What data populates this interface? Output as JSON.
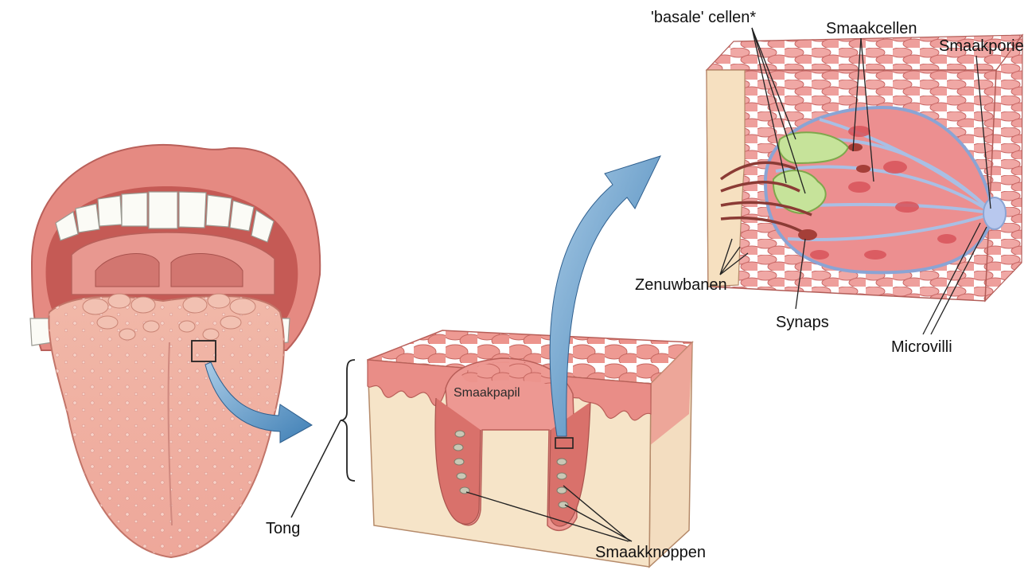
{
  "labels": {
    "basale_cellen": "'basale' cellen*",
    "smaakcellen": "Smaakcellen",
    "smaakporie": "Smaakporie",
    "zenuwbanen": "Zenuwbanen",
    "synaps": "Synaps",
    "microvilli": "Microvilli",
    "smaakpapil": "Smaakpapil",
    "tong": "Tong",
    "smaakknoppen": "Smaakknoppen"
  },
  "colors": {
    "flesh": "#e8908c",
    "flesh_dark": "#c9605c",
    "lip": "#e7857f",
    "tissue_cream": "#f6e3c6",
    "cell_green": "#bfe08a",
    "membrane_blue": "#9fb8e0",
    "arrow_blue": "#5b94c4"
  }
}
